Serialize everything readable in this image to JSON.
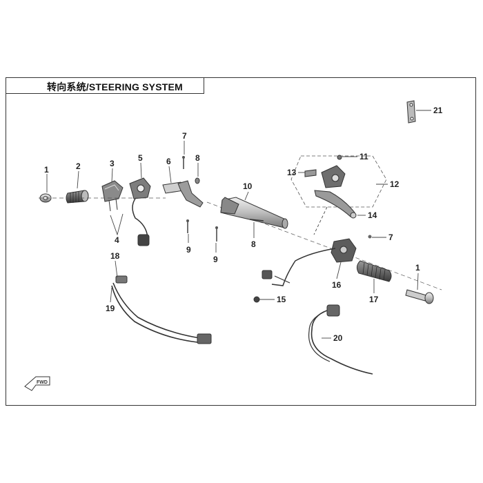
{
  "header": {
    "title": "转向系统/STEERING SYSTEM"
  },
  "direction_marker": {
    "label": "FWD",
    "icon": "forward-arrow-icon"
  },
  "callouts": {
    "c1a": "1",
    "c2": "2",
    "c3": "3",
    "c4": "4",
    "c5": "5",
    "c6": "6",
    "c7a": "7",
    "c8a": "8",
    "c9a": "9",
    "c10": "10",
    "c8b": "8",
    "c9b": "9",
    "c11": "11",
    "c12": "12",
    "c13": "13",
    "c14": "14",
    "c7b": "7",
    "c1b": "1",
    "c15": "15",
    "c16": "16",
    "c17": "17",
    "c18": "18",
    "c19": "19",
    "c20": "20",
    "c21": "21"
  },
  "colors": {
    "line": "#333333",
    "part_fill": "#d9d9d9",
    "part_dark": "#555555",
    "background": "#ffffff"
  }
}
